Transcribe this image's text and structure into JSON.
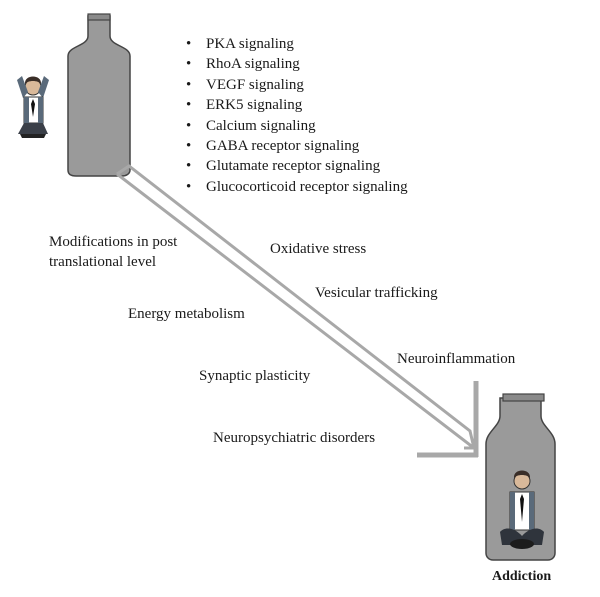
{
  "pathways": [
    "PKA signaling",
    "RhoA signaling",
    "VEGF signaling",
    "ERK5 signaling",
    "Calcium signaling",
    "GABA receptor signaling",
    "Glutamate receptor signaling",
    "Glucocorticoid  receptor signaling"
  ],
  "processes": {
    "modifications": "Modifications in post translational level",
    "oxidative_stress": "Oxidative stress",
    "vesicular_trafficking": "Vesicular trafficking",
    "energy_metabolism": "Energy metabolism",
    "neuroinflammation": "Neuroinflammation",
    "synaptic_plasticity": "Synaptic plasticity",
    "neuropsychiatric": "Neuropsychiatric disorders"
  },
  "caption": "Addiction",
  "colors": {
    "bottle_fill": "#9a9a9a",
    "bottle_stroke": "#444444",
    "arrow_stroke": "#a8a8a8",
    "tie": "#111111"
  }
}
